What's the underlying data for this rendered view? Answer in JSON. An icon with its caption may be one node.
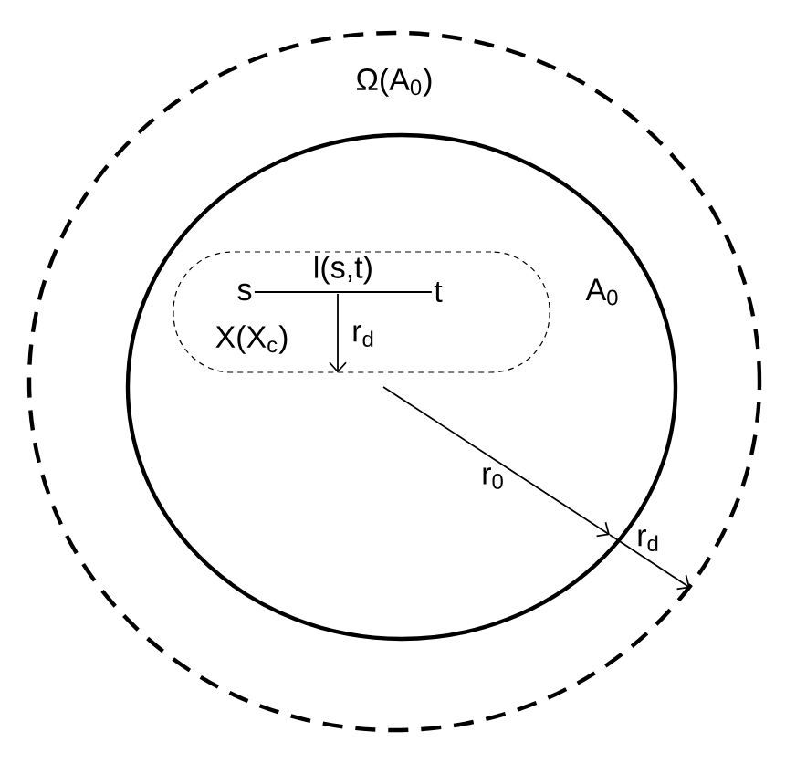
{
  "diagram": {
    "nodes": [
      {
        "text": [
          "Ω(A$_{0}$)"
        ]
      },
      {
        "text": [
          "A$_{0}$"
        ],
        "in": 0
      },
      {
        "text": [
          "X(X$_{c}$)"
        ],
        "in": 1
      },
      {
        "text": [
          "s"
        ],
        "in": 2
      },
      {
        "text": [
          "t"
        ],
        "in": 2
      }
    ],
    "edges": [
      {
        "from": 3,
        "to": 4,
        "arrow": "none",
        "label": "l(s,t)"
      },
      {
        "from": null,
        "to": 2,
        "arrow": "to",
        "label": "r$_{d}$"
      }
    ],
    "labels": [
      "r$_{0}$",
      "r$_{d}$"
    ]
  }
}
